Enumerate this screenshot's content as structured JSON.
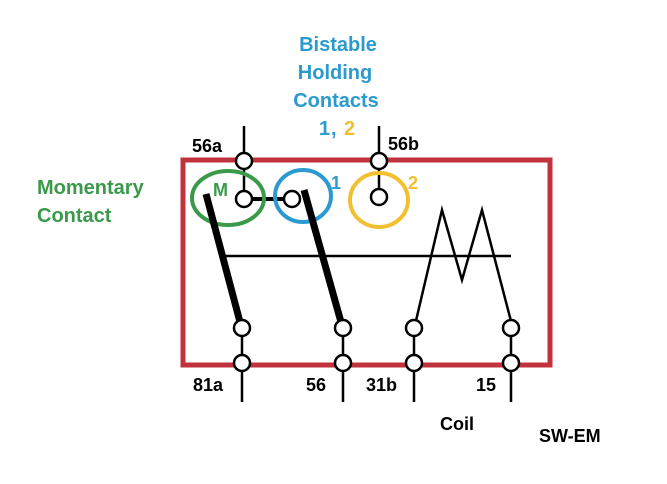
{
  "title": {
    "lines": [
      "Bistable",
      "Holding",
      "Contacts"
    ],
    "numbers": [
      "1",
      ",",
      "2"
    ]
  },
  "side_label": {
    "lines": [
      "Momentary",
      "Contact"
    ]
  },
  "markers": {
    "momentary": "M",
    "holding_1": "1",
    "holding_2": "2"
  },
  "terminals": {
    "top_left": "56a",
    "top_right": "56b",
    "bottom": [
      "81a",
      "56",
      "31b",
      "15"
    ]
  },
  "coil_label": "Coil",
  "model_label": "SW-EM",
  "colors": {
    "housing": "#c0323c",
    "momentary": "#3a9a4a",
    "holding_1": "#2a9ad0",
    "holding_2": "#f0c030",
    "title": "#2a9ad0",
    "wire": "#000000"
  }
}
